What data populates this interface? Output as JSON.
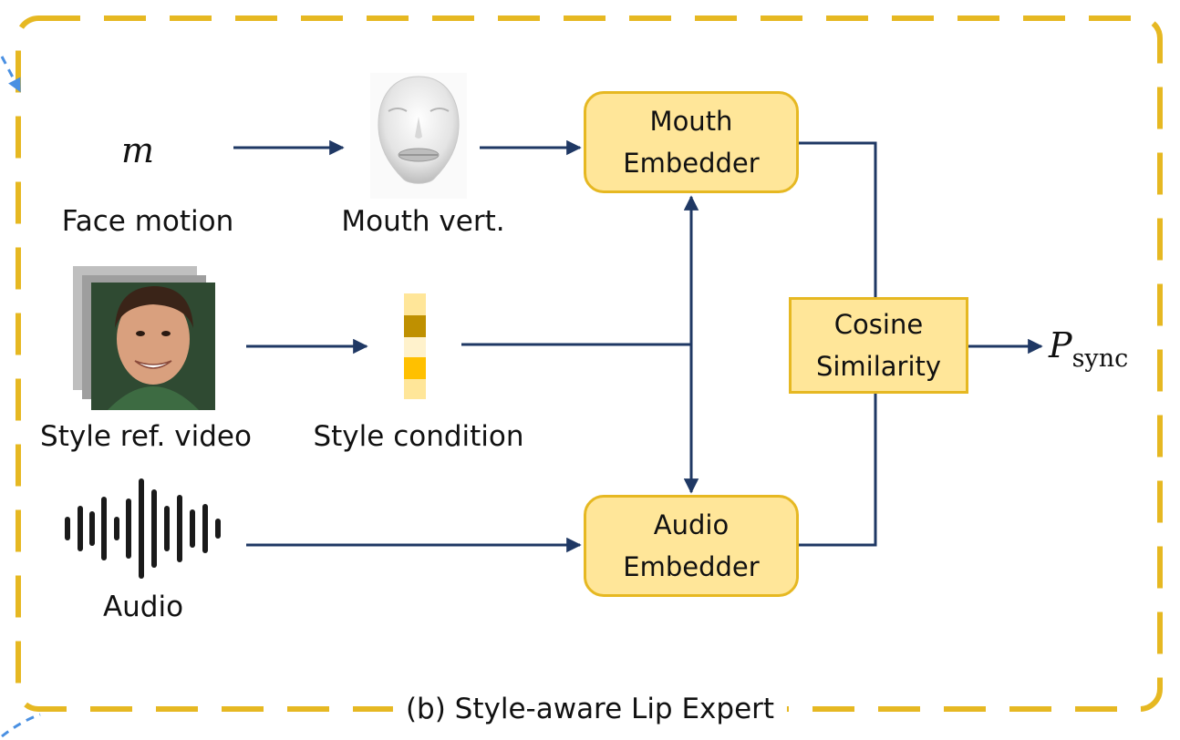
{
  "caption": "(b) Style-aware Lip Expert",
  "colors": {
    "frame": "#E6B822",
    "box_fill": "#FFE699",
    "box_border": "#E6B822",
    "arrow": "#1F3864",
    "connector": "#4A90E2"
  },
  "inputs": {
    "motion_symbol": "m",
    "motion_label": "Face motion",
    "mouth_label": "Mouth vert.",
    "style_video_label": "Style ref. video",
    "style_condition_label": "Style condition",
    "audio_label": "Audio"
  },
  "blocks": {
    "mouth_embedder": {
      "line1": "Mouth",
      "line2": "Embedder"
    },
    "audio_embedder": {
      "line1": "Audio",
      "line2": "Embedder"
    },
    "cosine": {
      "line1": "Cosine",
      "line2": "Similarity"
    }
  },
  "output": {
    "symbol": "P",
    "subscript": "sync"
  },
  "icons": {
    "mouth": "face-mesh-icon",
    "video": "face-photo-stack-icon",
    "style": "style-vector-icon",
    "audio": "waveform-icon"
  }
}
